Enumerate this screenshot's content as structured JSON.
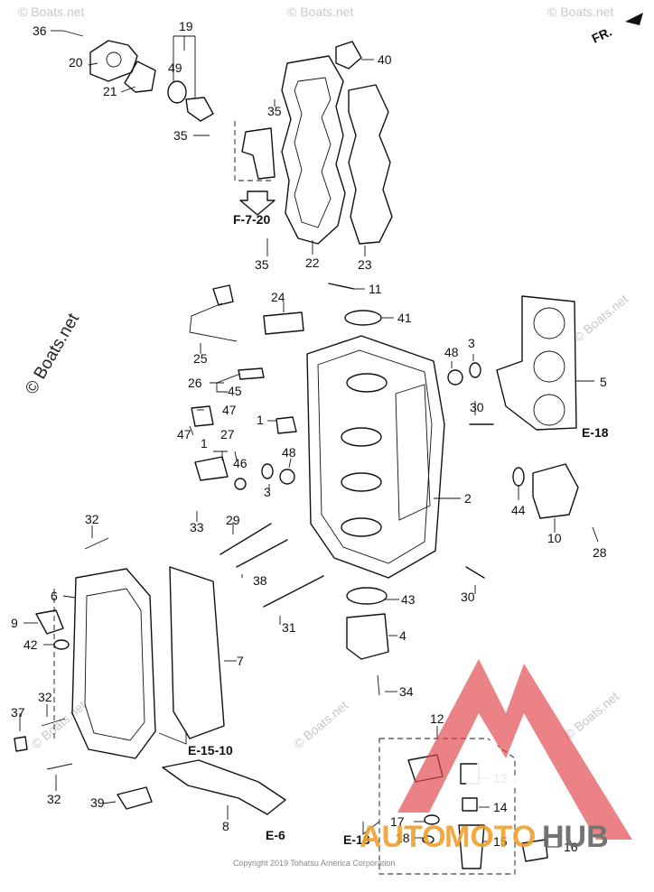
{
  "orientation": {
    "label": "FR."
  },
  "callouts": {
    "c36": "36",
    "c20": "20",
    "c21": "21",
    "c19": "19",
    "c49": "49",
    "c40": "40",
    "c35a": "35",
    "c35b": "35",
    "c35c": "35",
    "c22": "22",
    "c23": "23",
    "c11": "11",
    "c24": "24",
    "c41": "41",
    "c25": "25",
    "c48a": "48",
    "c3a": "3",
    "c5": "5",
    "c26": "26",
    "c45": "45",
    "c47": "47",
    "c1a": "1",
    "c1b": "1",
    "c27": "27",
    "c46": "46",
    "c48b": "48",
    "c3b": "3",
    "c30a": "30",
    "c2": "2",
    "c44": "44",
    "c10": "10",
    "c28": "28",
    "c33": "33",
    "c29": "29",
    "c32a": "32",
    "c38": "38",
    "c6": "6",
    "c9": "9",
    "c42": "42",
    "c7": "7",
    "c31": "31",
    "c43": "43",
    "c30b": "30",
    "c4": "4",
    "c34": "34",
    "c32b": "32",
    "c37": "37",
    "c32c": "32",
    "c39": "39",
    "c8": "8",
    "c12": "12",
    "c13": "13",
    "c14": "14",
    "c17": "17",
    "c18": "18",
    "c15": "15",
    "c16": "16"
  },
  "references": {
    "f720": "F-7-20",
    "e18a": "E-18",
    "e1510": "E-15-10",
    "e6": "E-6",
    "e18b": "E-18"
  },
  "watermarks": {
    "side": "© Boats.net",
    "small": "© Boats.net"
  },
  "copyright": "Copyright 2019 Tohatsu America Corporation",
  "logo": {
    "auto": "AUTO",
    "moto": "MOTO",
    "hub": "HUB"
  },
  "colors": {
    "logo_red": "#e0474c",
    "logo_orange": "#f0a030",
    "logo_gray": "#666666"
  }
}
